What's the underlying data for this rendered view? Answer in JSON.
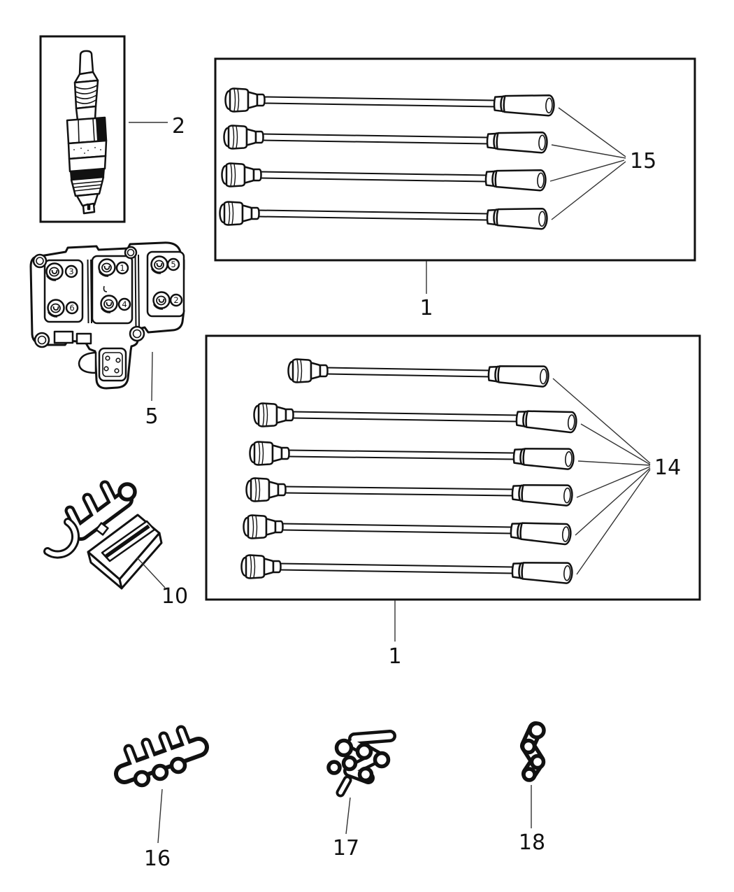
{
  "background": "#ffffff",
  "ink": "#111111",
  "callouts": {
    "spark_plug": "2",
    "ignition_coil": "5",
    "wire_clip": "10",
    "wire_set_top": "1",
    "wire_set_bottom": "1",
    "boot_terminals_top": "15",
    "boot_terminals_bottom": "14",
    "separator_left": "16",
    "separator_center": "17",
    "separator_right": "18"
  },
  "coil_towers": [
    {
      "label": "3"
    },
    {
      "label": "1"
    },
    {
      "label": "5"
    },
    {
      "label": "6"
    },
    {
      "label": "4"
    },
    {
      "label": "2"
    }
  ]
}
